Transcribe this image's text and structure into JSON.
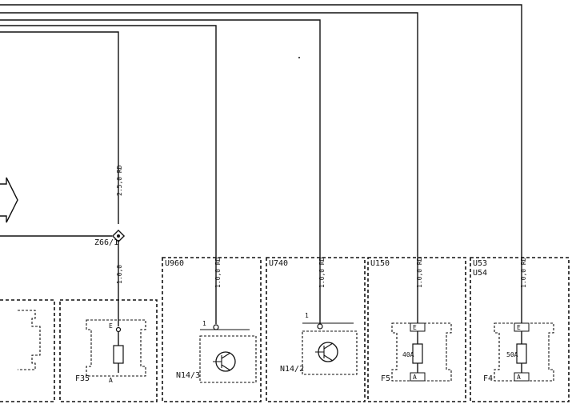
{
  "wires": {
    "w1_label": "2.5,0 RD",
    "w1_lower_label": "1.0,0",
    "w2_label": "1.0,0 RD",
    "w3_label": "1.0,0 RD",
    "w4_label": "1.0,0 RD",
    "w5_label": "1.0,0 RD"
  },
  "splice": {
    "label": "Z66/1"
  },
  "modules": {
    "m1": {
      "code": "U960",
      "pin": "1",
      "component": "N14/3"
    },
    "m2": {
      "code": "U740",
      "pin": "1",
      "component": "N14/2"
    },
    "m3": {
      "code": "U150",
      "rating": "40A",
      "component": "F5",
      "pin_top": "E",
      "pin_bottom": "A"
    },
    "m4": {
      "code_line1": "U53",
      "code_line2": "U54",
      "rating": "50A",
      "component": "F4",
      "pin_top": "E",
      "pin_bottom": "A"
    }
  },
  "fuse_f35": {
    "component": "F35",
    "pin_top": "E",
    "pin_bottom": "A"
  }
}
